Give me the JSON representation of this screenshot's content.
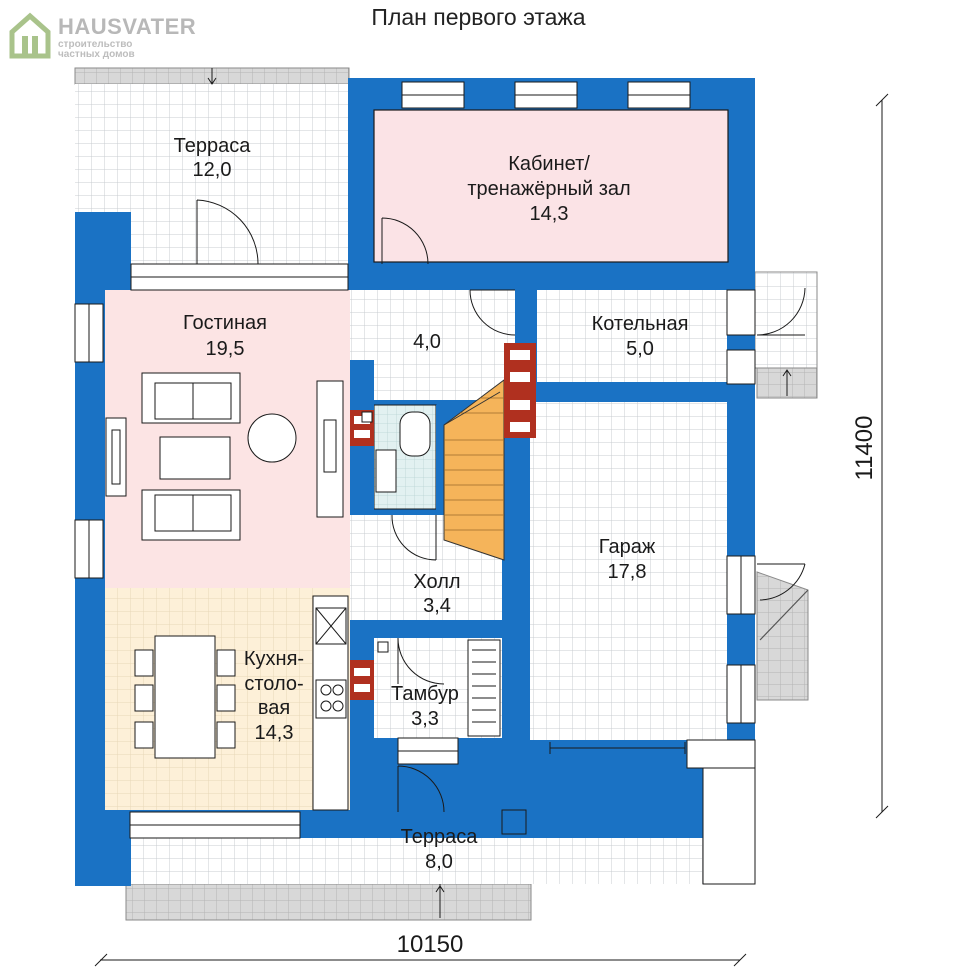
{
  "header": {
    "title": "План первого этажа",
    "brand_name": "HAUSVATER",
    "brand_line1": "строительство",
    "brand_line2": "частных домов"
  },
  "rooms": {
    "terrace_top": {
      "name": "Терраса",
      "area": "12,0"
    },
    "office": {
      "line1": "Кабинет/",
      "line2": "тренажёрный зал",
      "area": "14,3"
    },
    "living": {
      "name": "Гостиная",
      "area": "19,5"
    },
    "corridor": {
      "area": "4,0"
    },
    "boiler": {
      "name": "Котельная",
      "area": "5,0"
    },
    "hall": {
      "name": "Холл",
      "area": "3,4"
    },
    "garage": {
      "name": "Гараж",
      "area": "17,8"
    },
    "kitchen": {
      "line1": "Кухня-",
      "line2": "столо-",
      "line3": "вая",
      "area": "14,3"
    },
    "vestibule": {
      "name": "Тамбур",
      "area": "3,3"
    },
    "terrace_bottom": {
      "name": "Терраса",
      "area": "8,0"
    }
  },
  "dimensions": {
    "width": "10150",
    "height": "11400"
  },
  "colors": {
    "wall": "#1a72c4",
    "floor_tile": "#ffffff",
    "grid_line": "#c9ccd0",
    "living_fill": "#fce4e4",
    "kitchen_fill": "#fdf0d8",
    "office_fill": "#fbe3e6",
    "bath_fill": "#e2f1f1",
    "stair_fill": "#f5b45a",
    "chimney": "#b0301f",
    "porch_fill": "#d2d2d2"
  }
}
